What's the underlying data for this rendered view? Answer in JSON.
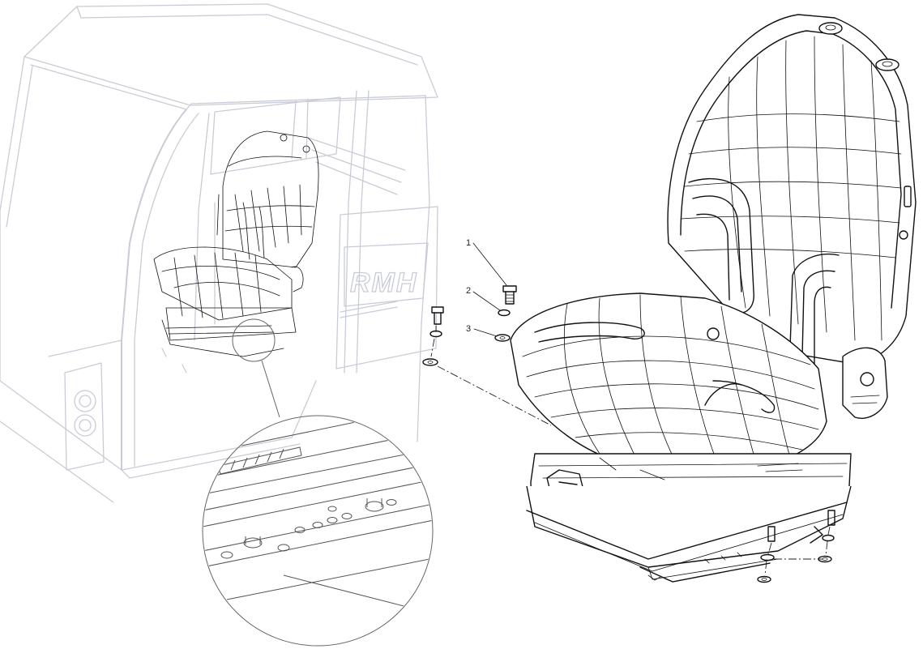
{
  "diagram": {
    "cab_brand_text": "RMH",
    "callouts": [
      {
        "label": "1",
        "part": "bolt"
      },
      {
        "label": "2",
        "part": "lock-washer"
      },
      {
        "label": "3",
        "part": "flat-washer"
      }
    ]
  },
  "colors": {
    "ink": "#111111",
    "ghost_cab": "#c9ccd6",
    "background": "#ffffff"
  }
}
